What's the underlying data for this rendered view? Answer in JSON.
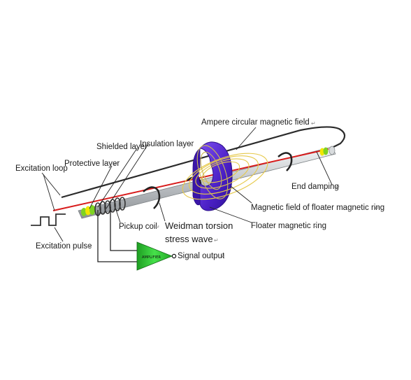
{
  "labels": {
    "ampere_field": "Ampere circular magnetic field",
    "shielded_layer": "Shielded layer",
    "insulation_layer": "Insulation layer",
    "protective_layer": "Protective layer",
    "excitation_loop": "Excitation loop",
    "end_damping": "End damping",
    "floater_ring_field": "Magnetic field of floater magnetic ring",
    "floater_ring": "Floater magnetic ring",
    "pickup_coil": "Pickup coil",
    "weidman_line1": "Weidman torsion",
    "weidman_line2": "stress wave",
    "signal_output": "Signal output",
    "excitation_pulse": "Excitation pulse",
    "amplifier": "AMPLIFIER"
  },
  "return_mark": "↵",
  "colors": {
    "tube": "#c8cccf",
    "wire_red": "#d81b1b",
    "ring_purple": "#5b2bd6",
    "amplifier_green": "#39d23c",
    "field_yellow": "#e6c94a",
    "band_green": "#7ed321",
    "band_yellow": "#f2e600"
  }
}
